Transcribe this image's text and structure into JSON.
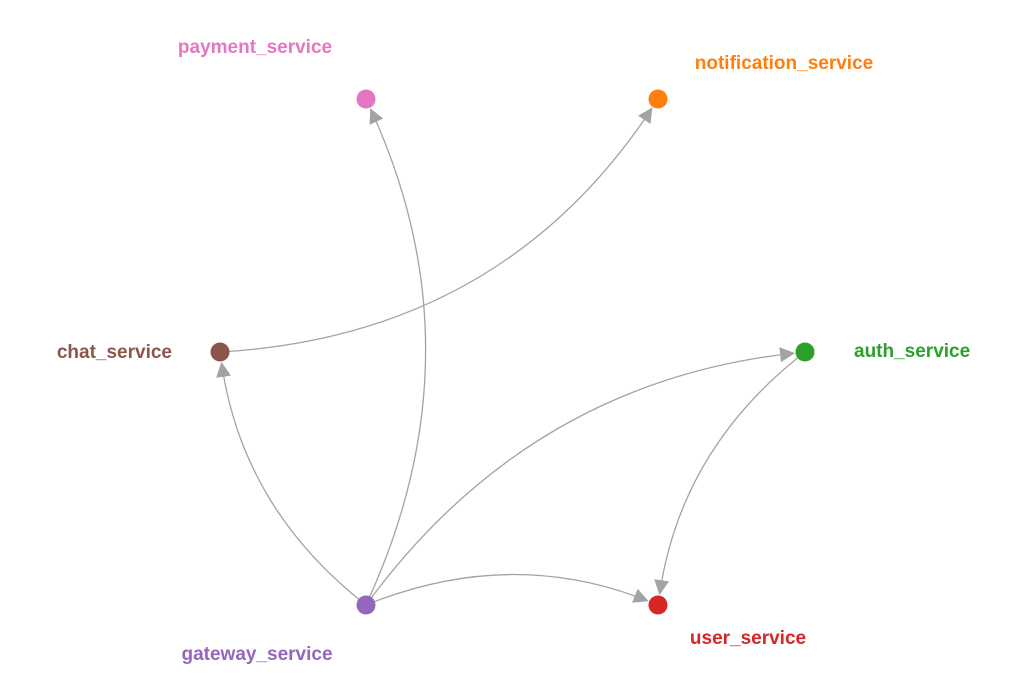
{
  "graph": {
    "nodes": [
      {
        "id": "payment_service",
        "label": "payment_service",
        "color": "#e377c2"
      },
      {
        "id": "notification_service",
        "label": "notification_service",
        "color": "#ff7f0e"
      },
      {
        "id": "chat_service",
        "label": "chat_service",
        "color": "#8c564b"
      },
      {
        "id": "auth_service",
        "label": "auth_service",
        "color": "#2ca02c"
      },
      {
        "id": "gateway_service",
        "label": "gateway_service",
        "color": "#9467bd"
      },
      {
        "id": "user_service",
        "label": "user_service",
        "color": "#d62728"
      }
    ],
    "edges": [
      {
        "from": "gateway_service",
        "to": "payment_service"
      },
      {
        "from": "chat_service",
        "to": "notification_service"
      },
      {
        "from": "gateway_service",
        "to": "chat_service"
      },
      {
        "from": "gateway_service",
        "to": "auth_service"
      },
      {
        "from": "gateway_service",
        "to": "user_service"
      },
      {
        "from": "auth_service",
        "to": "user_service"
      }
    ],
    "edge_color": "#a3a3a3"
  }
}
